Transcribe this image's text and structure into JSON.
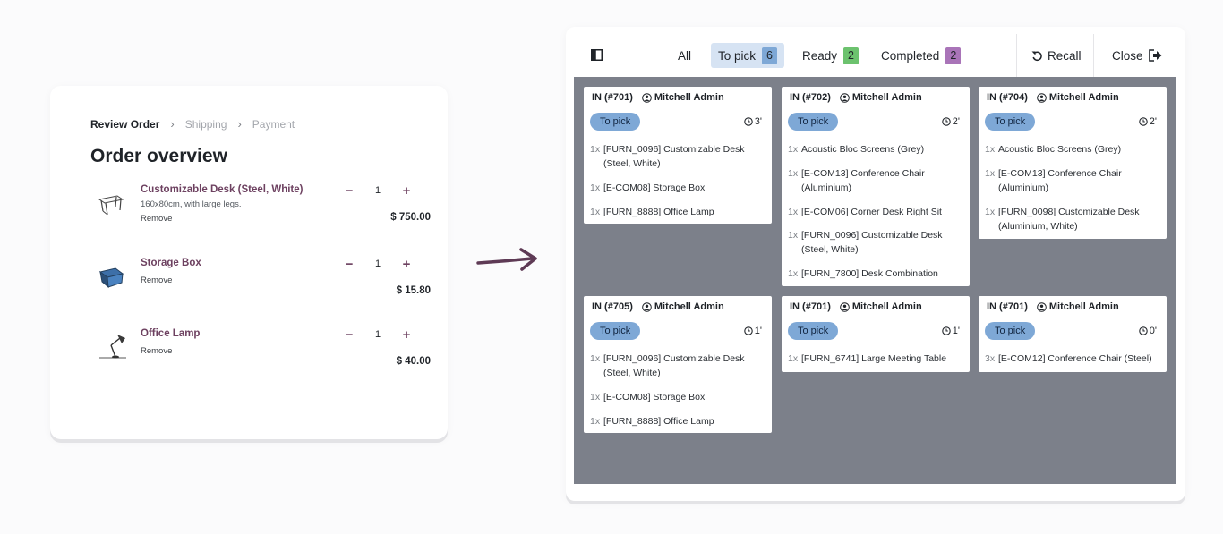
{
  "checkout": {
    "breadcrumb": {
      "active": "Review Order",
      "step2": "Shipping",
      "step3": "Payment"
    },
    "title": "Order overview",
    "lines": [
      {
        "name": "Customizable Desk (Steel, White)",
        "desc": "160x80cm, with large legs.",
        "remove": "Remove",
        "qty": "1",
        "price": "$ 750.00",
        "icon": "desk-icon"
      },
      {
        "name": "Storage Box",
        "desc": "",
        "remove": "Remove",
        "qty": "1",
        "price": "$ 15.80",
        "icon": "storage-box-icon"
      },
      {
        "name": "Office Lamp",
        "desc": "",
        "remove": "Remove",
        "qty": "1",
        "price": "$ 40.00",
        "icon": "lamp-icon"
      }
    ],
    "minus_symbol": "−",
    "plus_symbol": "+"
  },
  "toolbar": {
    "filters": [
      {
        "label": "All",
        "count": ""
      },
      {
        "label": "To pick",
        "count": "6",
        "badge_color": "#7ea8d6"
      },
      {
        "label": "Ready",
        "count": "2",
        "badge_color": "#6cc26e"
      },
      {
        "label": "Completed",
        "count": "2",
        "badge_color": "#a974b8"
      }
    ],
    "recall": "Recall",
    "close": "Close"
  },
  "cards": [
    {
      "ref": "IN (#701)",
      "user": "Mitchell Admin",
      "status": "To pick",
      "timer": "3'",
      "items": [
        {
          "qty": "1x",
          "name": "[FURN_0096] Customizable Desk (Steel, White)"
        },
        {
          "qty": "1x",
          "name": "[E-COM08] Storage Box"
        },
        {
          "qty": "1x",
          "name": "[FURN_8888] Office Lamp"
        }
      ]
    },
    {
      "ref": "IN (#702)",
      "user": "Mitchell Admin",
      "status": "To pick",
      "timer": "2'",
      "items": [
        {
          "qty": "1x",
          "name": "Acoustic Bloc Screens (Grey)"
        },
        {
          "qty": "1x",
          "name": "[E-COM13] Conference Chair (Aluminium)"
        },
        {
          "qty": "1x",
          "name": "[E-COM06] Corner Desk Right Sit"
        },
        {
          "qty": "1x",
          "name": "[FURN_0096] Customizable Desk (Steel, White)"
        },
        {
          "qty": "1x",
          "name": "[FURN_7800] Desk Combination"
        }
      ]
    },
    {
      "ref": "IN (#704)",
      "user": "Mitchell Admin",
      "status": "To pick",
      "timer": "2'",
      "items": [
        {
          "qty": "1x",
          "name": "Acoustic Bloc Screens (Grey)"
        },
        {
          "qty": "1x",
          "name": "[E-COM13] Conference Chair (Aluminium)"
        },
        {
          "qty": "1x",
          "name": "[FURN_0098] Customizable Desk (Aluminium, White)"
        }
      ]
    },
    {
      "ref": "IN (#705)",
      "user": "Mitchell Admin",
      "status": "To pick",
      "timer": "1'",
      "items": [
        {
          "qty": "1x",
          "name": "[FURN_0096] Customizable Desk (Steel, White)"
        },
        {
          "qty": "1x",
          "name": "[E-COM08] Storage Box"
        },
        {
          "qty": "1x",
          "name": "[FURN_8888] Office Lamp"
        }
      ]
    },
    {
      "ref": "IN (#701)",
      "user": "Mitchell Admin",
      "status": "To pick",
      "timer": "1'",
      "items": [
        {
          "qty": "1x",
          "name": "[FURN_6741] Large Meeting Table"
        }
      ]
    },
    {
      "ref": "IN (#701)",
      "user": "Mitchell Admin",
      "status": "To pick",
      "timer": "0'",
      "items": [
        {
          "qty": "3x",
          "name": "[E-COM12] Conference Chair (Steel)"
        }
      ]
    }
  ],
  "colors": {
    "accent": "#6d4160",
    "board_bg": "#7c808a",
    "status_pill": "#7ea8d6",
    "active_filter_bg": "#d6e3f3"
  }
}
